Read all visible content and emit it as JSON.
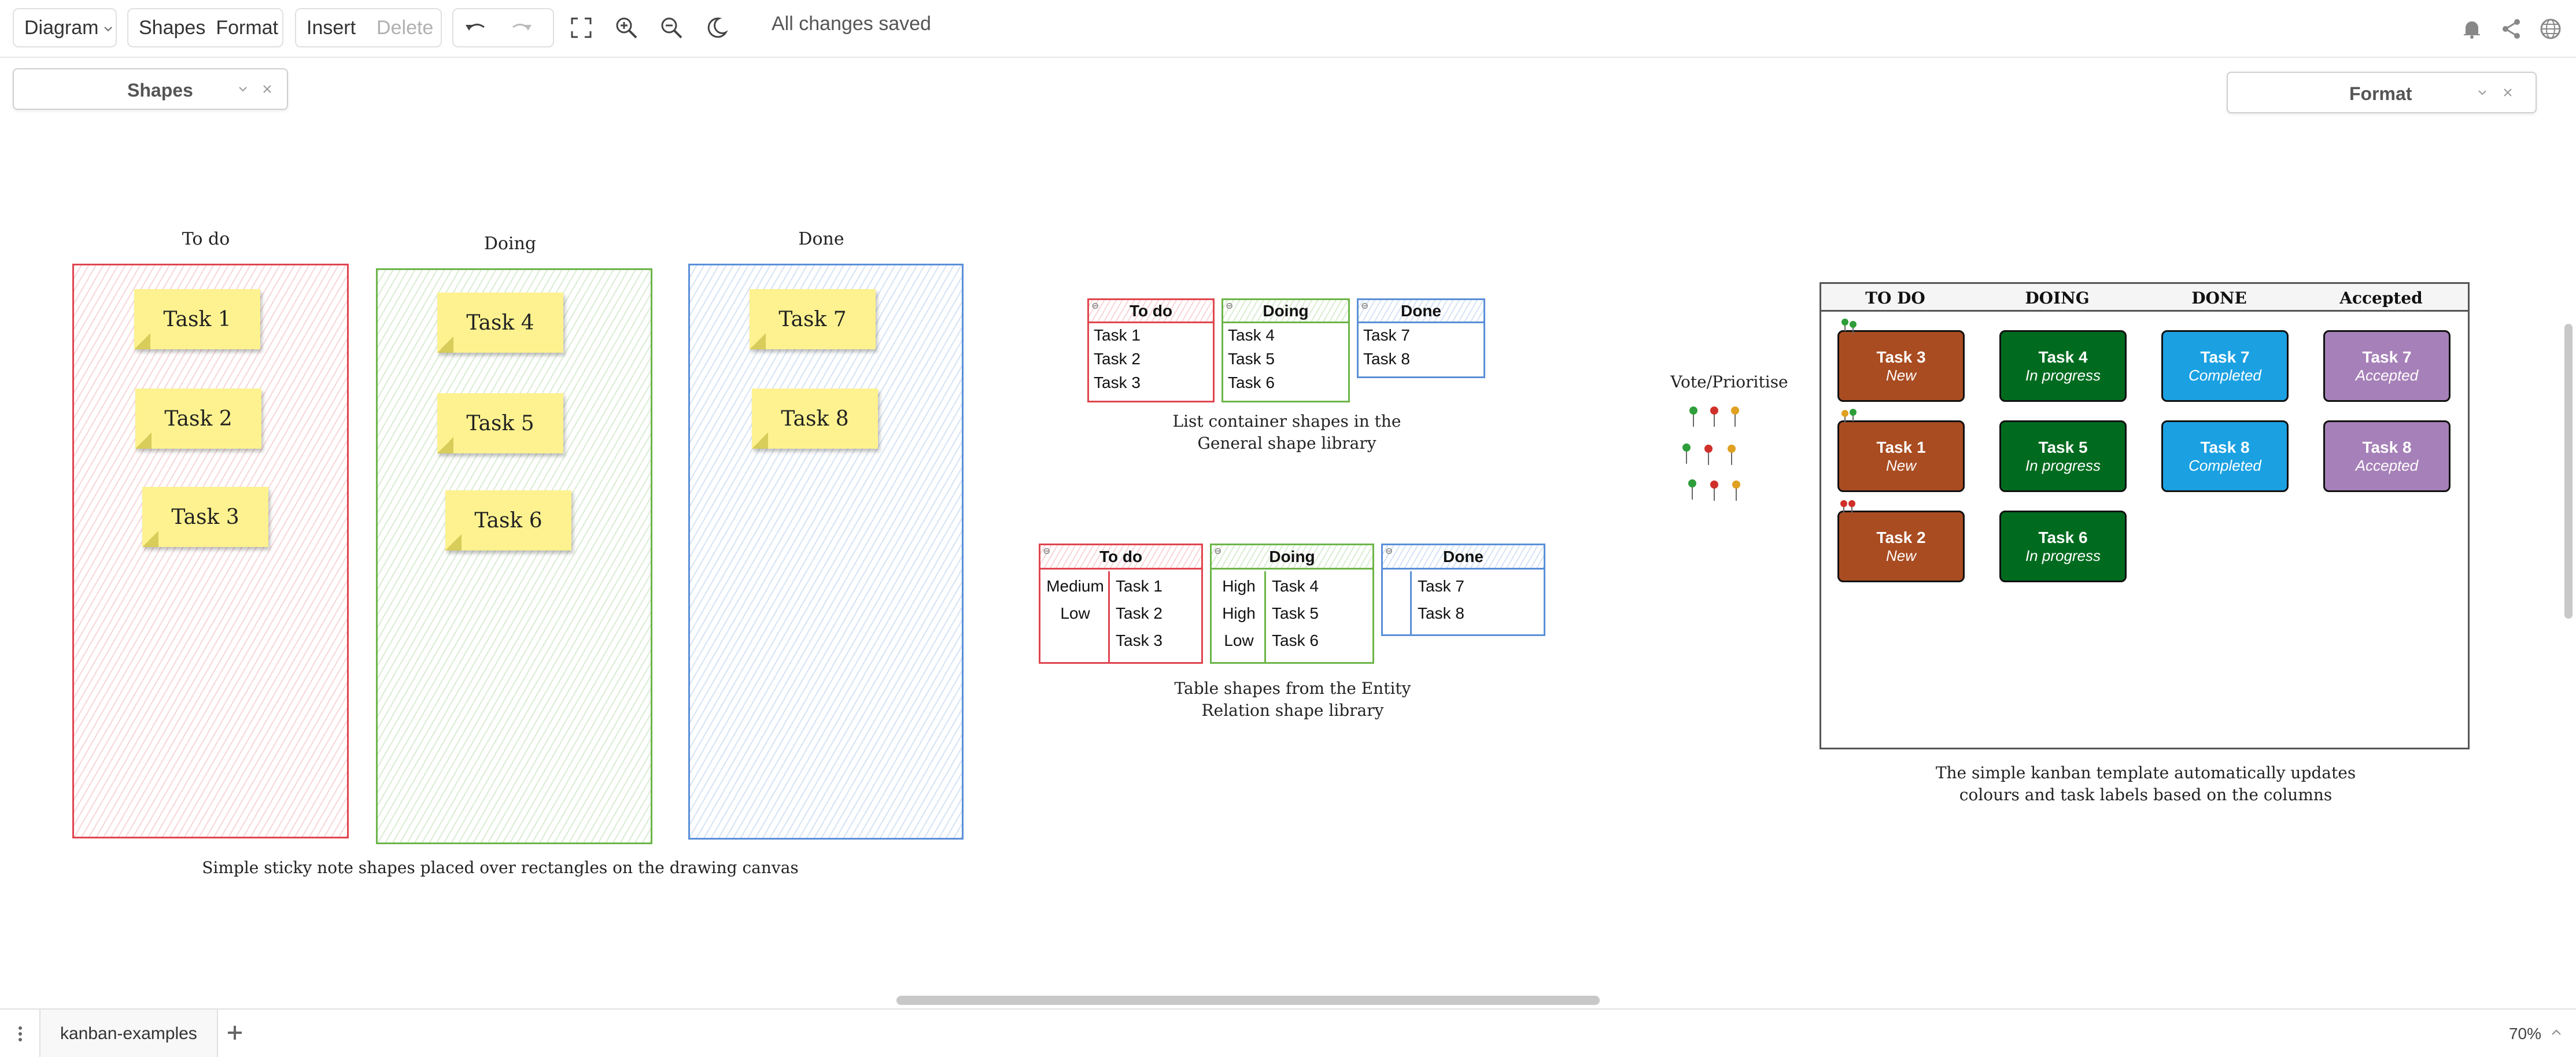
{
  "toolbar": {
    "diagram_menu": "Diagram",
    "shapes": "Shapes",
    "format": "Format",
    "insert": "Insert",
    "delete": "Delete",
    "status": "All changes saved",
    "icons": [
      "undo-icon",
      "redo-icon",
      "fullscreen-icon",
      "zoom-in-icon",
      "zoom-out-icon",
      "dark-mode-icon",
      "notification-bell-icon",
      "share-icon",
      "language-globe-icon"
    ]
  },
  "panels": {
    "shapes_title": "Shapes",
    "format_title": "Format"
  },
  "sticky_board": {
    "columns": [
      "To do",
      "Doing",
      "Done"
    ],
    "todo": [
      "Task 1",
      "Task 2",
      "Task 3"
    ],
    "doing": [
      "Task 4",
      "Task 5",
      "Task 6"
    ],
    "done": [
      "Task 7",
      "Task 8"
    ],
    "caption": "Simple sticky note shapes placed over rectangles on the drawing canvas",
    "colors": {
      "red": "#e0454f",
      "green": "#6cb548",
      "blue": "#5a8fd8",
      "sticky": "#fdf28f"
    }
  },
  "list_containers": {
    "todo": {
      "title": "To do",
      "items": [
        "Task 1",
        "Task 2",
        "Task 3"
      ]
    },
    "doing": {
      "title": "Doing",
      "items": [
        "Task 4",
        "Task 5",
        "Task 6"
      ]
    },
    "done": {
      "title": "Done",
      "items": [
        "Task 7",
        "Task 8"
      ]
    },
    "caption_line1": "List container shapes in the",
    "caption_line2": "General shape library"
  },
  "tables": {
    "todo": {
      "title": "To do",
      "keys": [
        "Medium",
        "Low",
        ""
      ],
      "items": [
        "Task 1",
        "Task 2",
        "Task 3"
      ]
    },
    "doing": {
      "title": "Doing",
      "keys": [
        "High",
        "High",
        "Low"
      ],
      "items": [
        "Task 4",
        "Task 5",
        "Task 6"
      ]
    },
    "done": {
      "title": "Done",
      "keys": [
        "",
        ""
      ],
      "items": [
        "Task 7",
        "Task 8"
      ]
    },
    "caption_line1": "Table shapes from the Entity",
    "caption_line2": "Relation shape library"
  },
  "vote": {
    "label": "Vote/Prioritise",
    "pin_colors": [
      "#2e9e3a",
      "#d0302a",
      "#e0a020"
    ]
  },
  "kanban": {
    "columns": [
      "TO DO",
      "DOING",
      "DONE",
      "Accepted"
    ],
    "cards": {
      "t3": {
        "title": "Task 3",
        "status": "New"
      },
      "t1": {
        "title": "Task 1",
        "status": "New"
      },
      "t2": {
        "title": "Task 2",
        "status": "New"
      },
      "t4": {
        "title": "Task 4",
        "status": "In progress"
      },
      "t5": {
        "title": "Task 5",
        "status": "In progress"
      },
      "t6": {
        "title": "Task 6",
        "status": "In progress"
      },
      "t7": {
        "title": "Task 7",
        "status": "Completed"
      },
      "t8": {
        "title": "Task 8",
        "status": "Completed"
      },
      "a7": {
        "title": "Task 7",
        "status": "Accepted"
      },
      "a8": {
        "title": "Task 8",
        "status": "Accepted"
      }
    },
    "colors": {
      "new": "#a94c21",
      "in_progress": "#006b1f",
      "completed": "#1ba1e2",
      "accepted": "#a680b8"
    },
    "caption_line1": "The simple kanban template automatically updates",
    "caption_line2": "colours and task labels based on the columns"
  },
  "bottom": {
    "page_tab": "kanban-examples",
    "zoom": "70%"
  }
}
